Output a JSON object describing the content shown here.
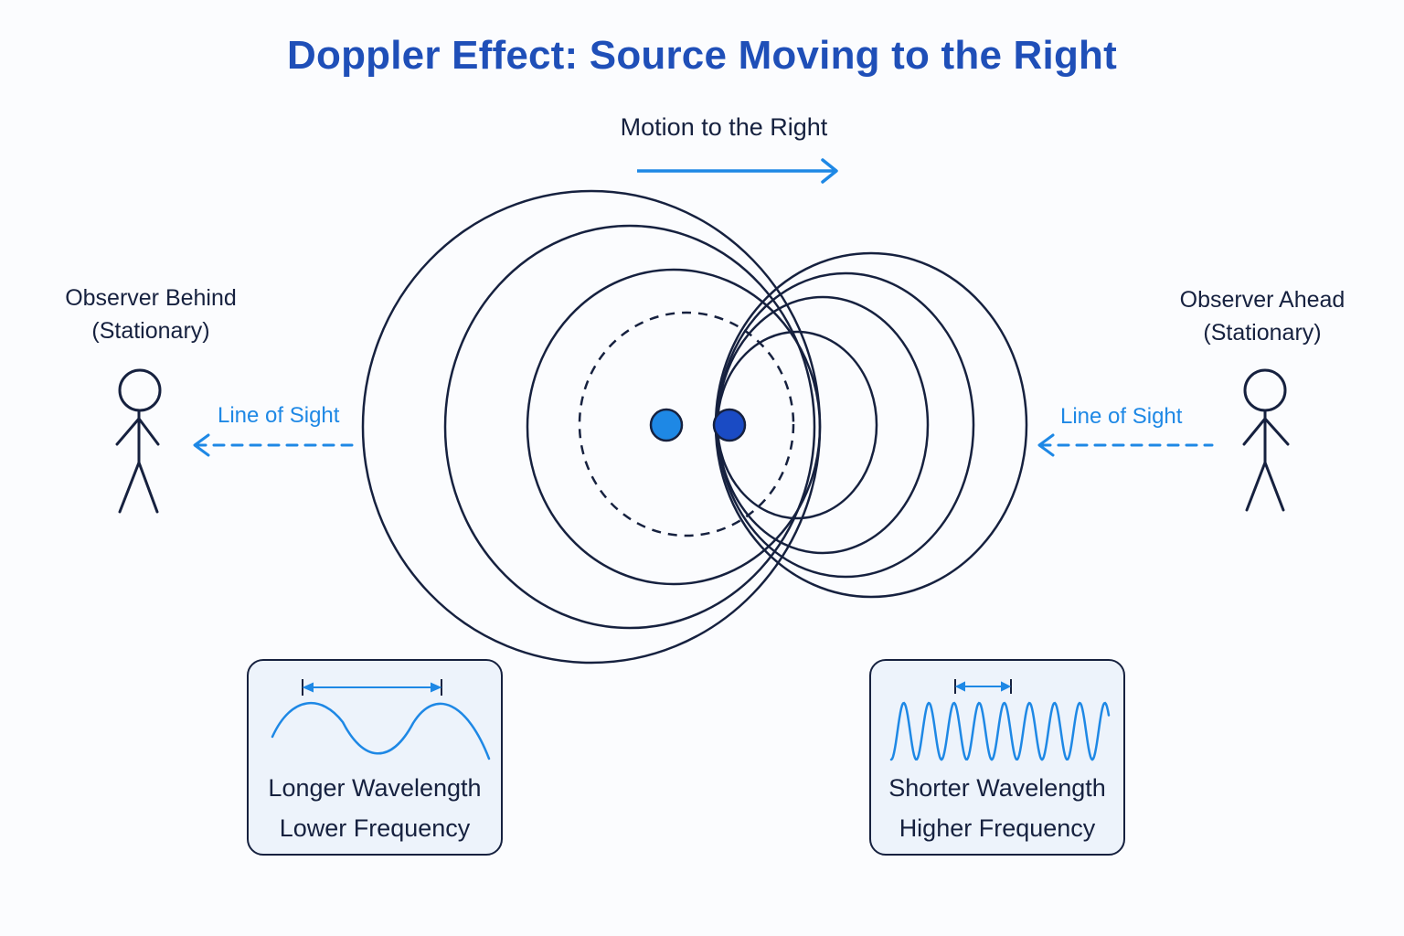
{
  "title": "Doppler Effect: Source Moving to the Right",
  "motion_label": "Motion to the Right",
  "observer_behind": {
    "line1": "Observer Behind",
    "line2": "(Stationary)"
  },
  "observer_ahead": {
    "line1": "Observer Ahead",
    "line2": "(Stationary)"
  },
  "line_of_sight_left": "Line of Sight",
  "line_of_sight_right": "Line of Sight",
  "box_left": {
    "line1": "Longer Wavelength",
    "line2": "Lower Frequency"
  },
  "box_right": {
    "line1": "Shorter Wavelength",
    "line2": "Higher Frequency"
  },
  "colors": {
    "title": "#1f4fb8",
    "accent": "#1e88e5",
    "wavefront": "#16213f",
    "source_earlier": "#1e88e5",
    "source_current": "#1a4bc4",
    "box_fill": "#edf3fb"
  },
  "icons": [
    "motion-arrow-icon",
    "observer-figure-icon",
    "line-of-sight-arrow-icon",
    "wavelength-marker-icon"
  ]
}
